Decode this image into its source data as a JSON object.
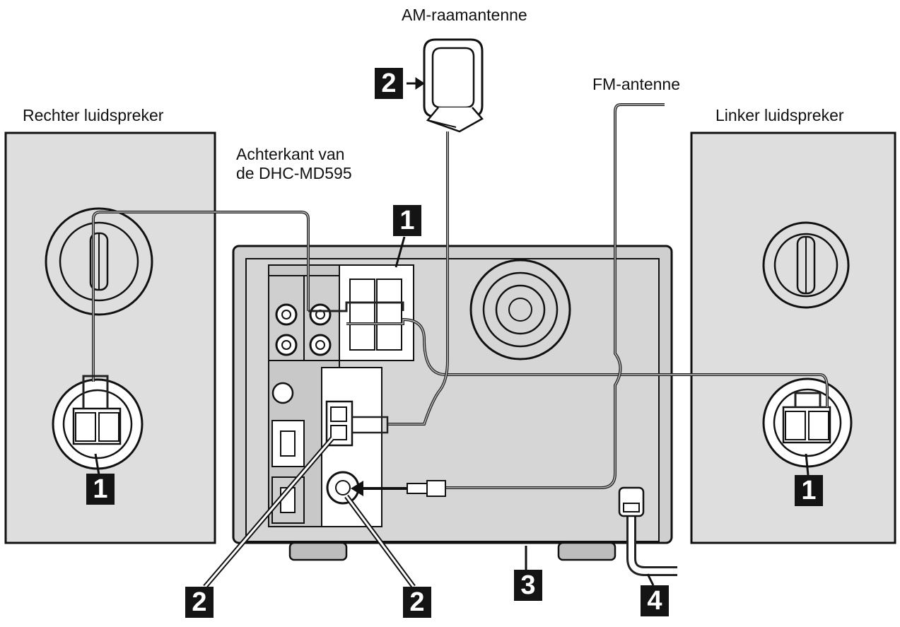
{
  "labels": {
    "am_antenna": "AM-raamantenne",
    "fm_antenna": "FM-antenne",
    "right_speaker": "Rechter luidspreker",
    "left_speaker": "Linker luidspreker",
    "rear_unit_line1": "Achterkant van",
    "rear_unit_line2": "de DHC-MD595"
  },
  "callouts": {
    "speaker_terminals": "1",
    "left_speaker_terminal": "1",
    "right_speaker_terminal": "1",
    "am_antenna": "2",
    "am_terminal": "2",
    "fm_jack": "2",
    "unit_bottom": "3",
    "power_cord": "4"
  }
}
